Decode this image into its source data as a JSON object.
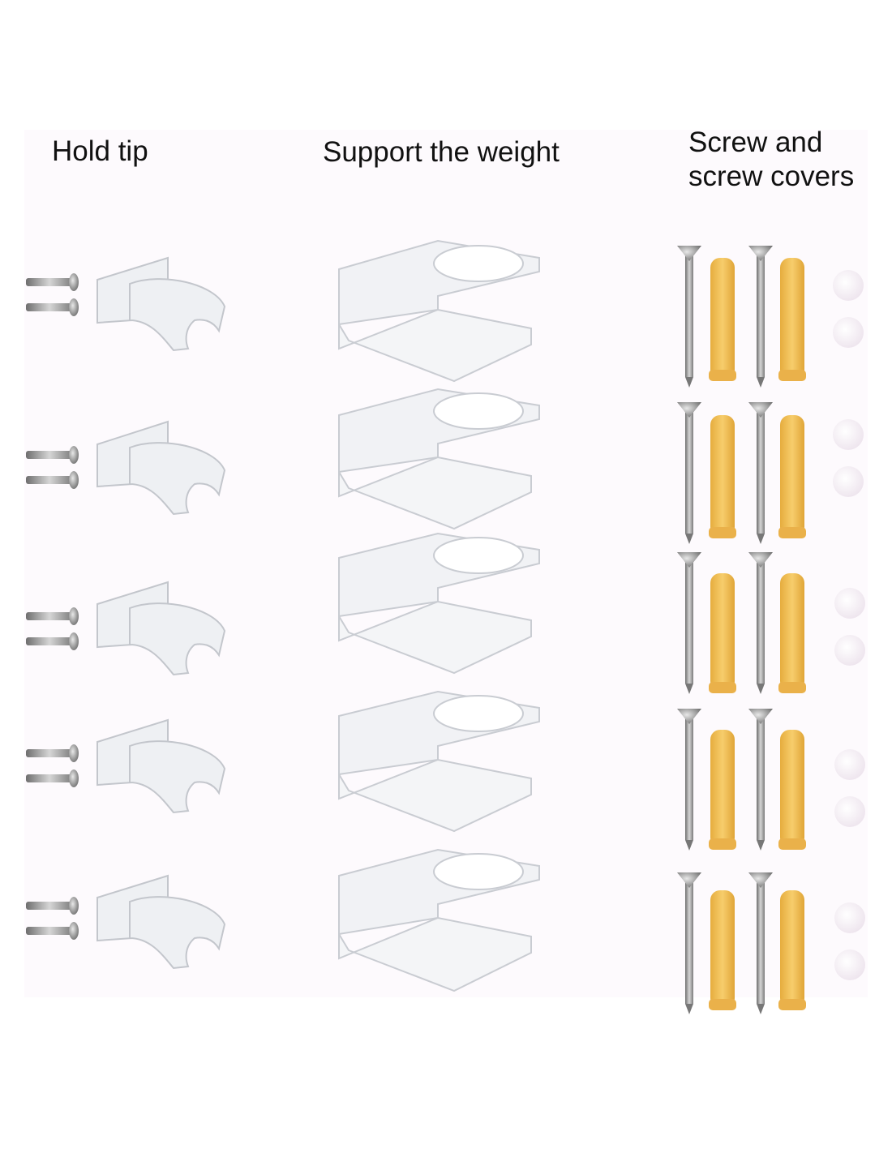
{
  "headings": {
    "hold_tip": "Hold tip",
    "support": "Support the weight",
    "screws": "Screw and\nscrew covers"
  },
  "item_counts": {
    "tip_holders": 5,
    "weight_supports": 5,
    "tip_holder_screws": 10,
    "wall_screws": 10,
    "wall_anchors": 10,
    "screw_covers": 10
  },
  "colors": {
    "acrylic_edge": "#c9ccd2",
    "acrylic_fill": "#f0f1f4",
    "anchor": "#f2c15a",
    "screw_metal": "#9a9a9a",
    "cover": "#f4eef4"
  }
}
